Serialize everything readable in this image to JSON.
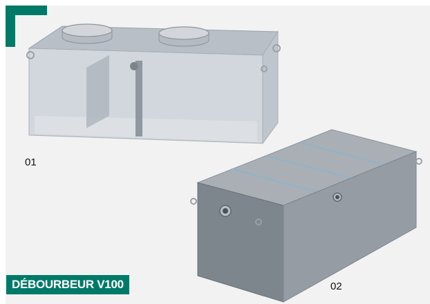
{
  "title": "DÉBOURBEUR V100",
  "figures": [
    {
      "label": "01",
      "icon": "transparent-tank-illustration"
    },
    {
      "label": "02",
      "icon": "closed-tank-illustration"
    }
  ],
  "colors": {
    "accent": "#007a68",
    "background": "#f2f2f3",
    "tank_glass": "#c9ced4",
    "tank_solid": "#8c949c"
  }
}
